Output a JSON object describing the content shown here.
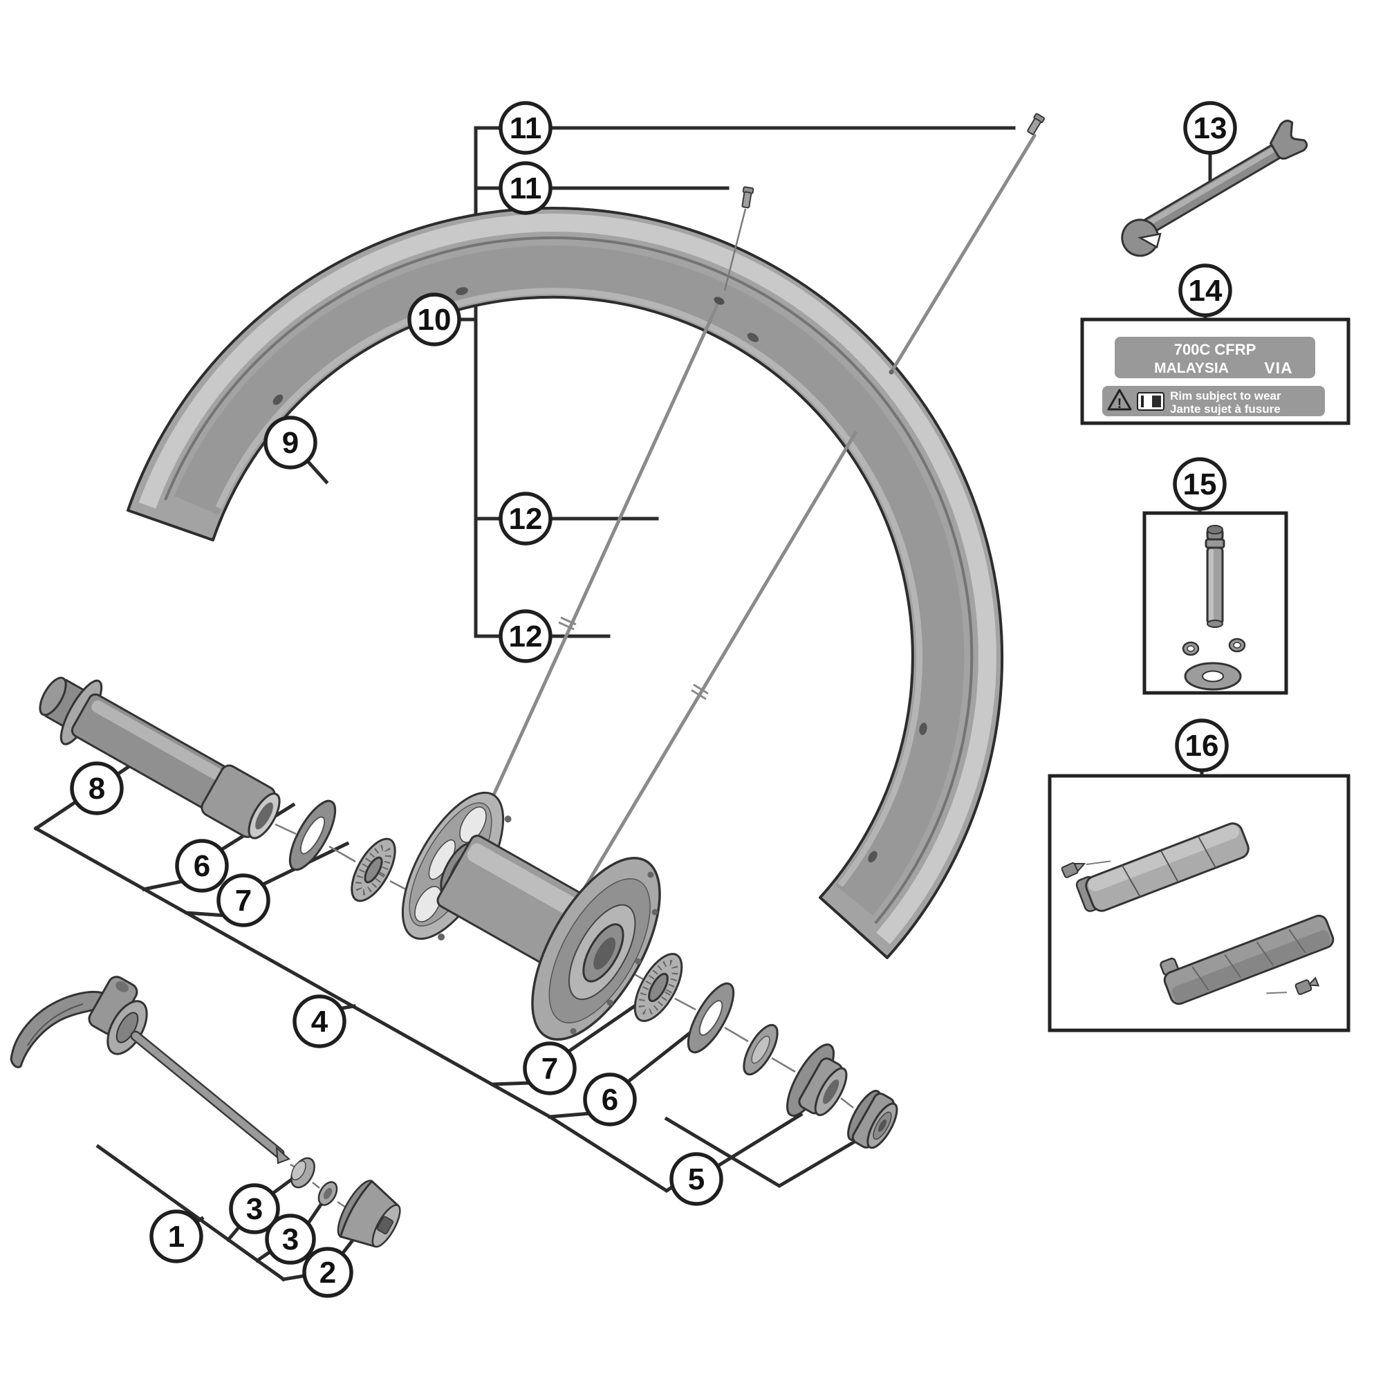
{
  "figure": {
    "type": "exploded-parts-diagram",
    "subject": "bicycle front wheel with hub, quick release, rim, spokes and accessories",
    "background": "#ffffff",
    "line_color": "#2b2b2b",
    "part_fill": "#9a9a9a",
    "callouts": [
      {
        "label": "11"
      },
      {
        "label": "11"
      },
      {
        "label": "10"
      },
      {
        "label": "12"
      },
      {
        "label": "12"
      },
      {
        "label": "9"
      },
      {
        "label": "8"
      },
      {
        "label": "6"
      },
      {
        "label": "7"
      },
      {
        "label": "4"
      },
      {
        "label": "7"
      },
      {
        "label": "6"
      },
      {
        "label": "5"
      },
      {
        "label": "1"
      },
      {
        "label": "3"
      },
      {
        "label": "3"
      },
      {
        "label": "2"
      },
      {
        "label": "13"
      },
      {
        "label": "14"
      },
      {
        "label": "15"
      },
      {
        "label": "16"
      }
    ],
    "labels": {
      "rim_size": "700C CFRP",
      "rim_origin": "MALAYSIA",
      "rim_brand": "VIA",
      "warning_mark": "!",
      "wear_en": "Rim subject to wear",
      "wear_fr": "Jante sujet à fusure"
    }
  }
}
